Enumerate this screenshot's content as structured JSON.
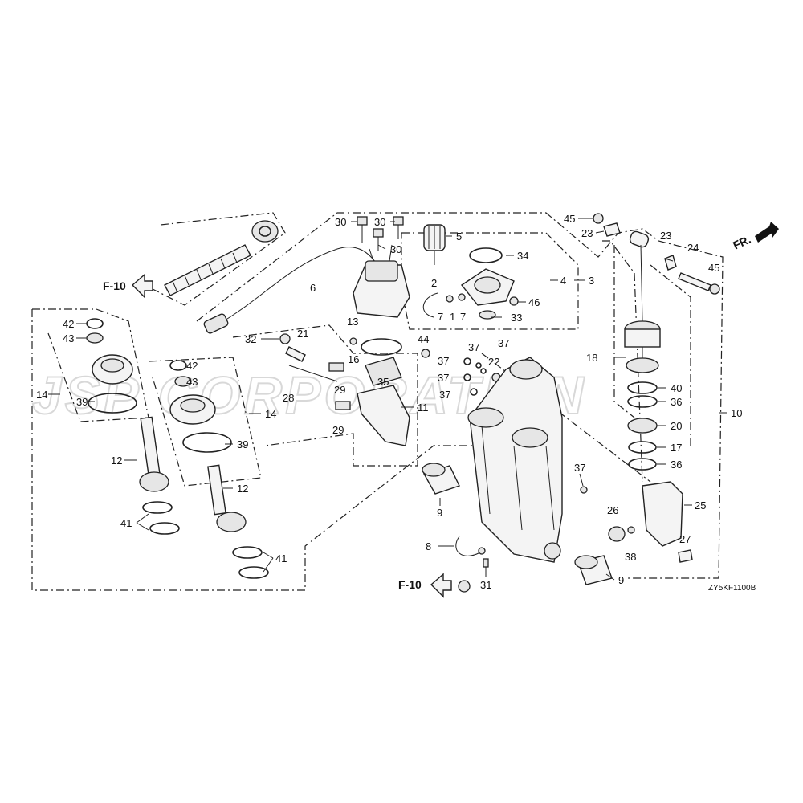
{
  "diagram": {
    "watermark": "JSP CORPORATION",
    "diagram_code": "ZY5KF1100B",
    "front_marker": "FR.",
    "ref_markers": [
      "F-10",
      "F-10"
    ],
    "callouts": [
      "30",
      "30",
      "30",
      "45",
      "23",
      "5",
      "34",
      "23",
      "24",
      "45",
      "2",
      "4",
      "3",
      "6",
      "1",
      "7",
      "7",
      "46",
      "33",
      "42",
      "43",
      "32",
      "21",
      "13",
      "44",
      "37",
      "37",
      "18",
      "16",
      "22",
      "37",
      "40",
      "37",
      "35",
      "36",
      "14",
      "39",
      "28",
      "29",
      "37",
      "11",
      "10",
      "42",
      "43",
      "20",
      "29",
      "17",
      "36",
      "14",
      "39",
      "12",
      "37",
      "25",
      "9",
      "26",
      "41",
      "12",
      "27",
      "38",
      "8",
      "41",
      "9",
      "31"
    ]
  }
}
